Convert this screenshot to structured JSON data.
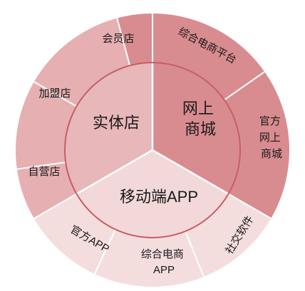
{
  "colors": {
    "background": "#ffffff",
    "ring_stroke": "#c65f64",
    "divider": "#ffffff",
    "inner_physical": "#e8b7b9",
    "inner_online": "#d98c90",
    "inner_mobile": "#f3d8d9",
    "outer_physical": "#e6afb2",
    "outer_online": "#d98c90",
    "outer_mobile": "#f4dddd"
  },
  "inner": {
    "physical": {
      "lines": [
        "实体店"
      ]
    },
    "online": {
      "lines": [
        "网上",
        "商城"
      ]
    },
    "mobile": {
      "lines": [
        "移动端APP"
      ]
    }
  },
  "outer": {
    "member_store": {
      "lines": [
        "会员店"
      ]
    },
    "ecommerce_platform": {
      "lines": [
        "综合电商平台"
      ]
    },
    "franchise_store": {
      "lines": [
        "加盟店"
      ]
    },
    "official_online_mall": {
      "lines": [
        "官方",
        "网上",
        "商城"
      ]
    },
    "self_run_store": {
      "lines": [
        "自营店"
      ]
    },
    "official_app": {
      "lines": [
        "官方APP"
      ]
    },
    "ecommerce_app": {
      "lines": [
        "综合电商",
        "APP"
      ]
    },
    "social_software": {
      "lines": [
        "社交软件"
      ]
    }
  }
}
